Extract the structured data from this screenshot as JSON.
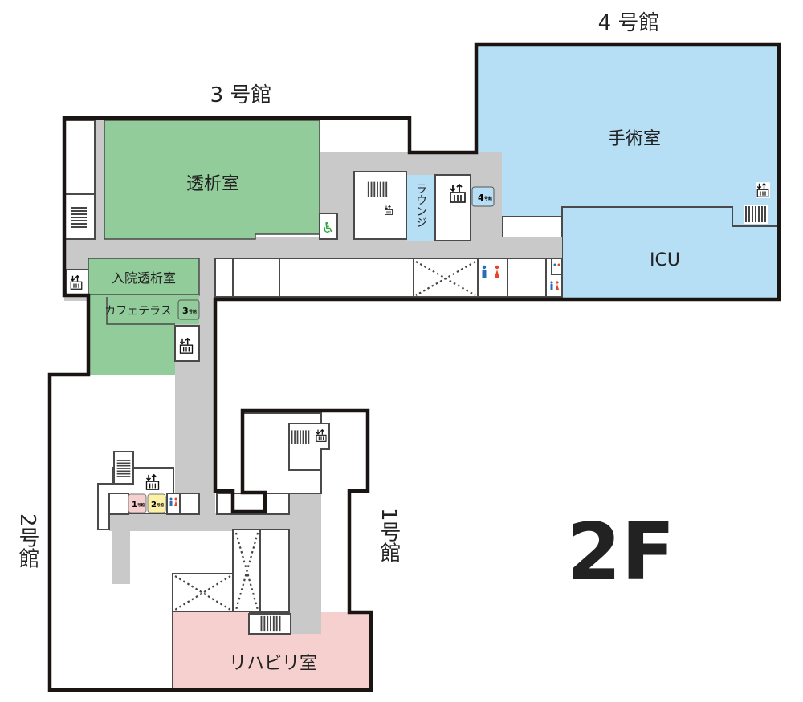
{
  "floor": "2F",
  "buildings": {
    "b1": "1号館",
    "b2": "2号館",
    "b3": "3 号館",
    "b4": "4 号館"
  },
  "rooms": {
    "dialysis": "透析室",
    "inpatient_dialysis": "入院透析室",
    "cafe_terrace": "カフェテラス",
    "lounge": "ラウンジ",
    "operating_room": "手術室",
    "icu": "ICU",
    "rehabilitation": "リハビリ室"
  },
  "badges": {
    "b1": {
      "num": "1",
      "suffix": "号館"
    },
    "b2": {
      "num": "2",
      "suffix": "号館"
    },
    "b3": {
      "num": "3",
      "suffix": "号館"
    },
    "b4": {
      "num": "4",
      "suffix": "号館"
    }
  },
  "colors": {
    "green": "#93cc9b",
    "blue": "#b6def4",
    "pink": "#f6d0ce",
    "yellow": "#fdf1a6",
    "corridor": "#c9c9c9",
    "male": "#2b6cb8",
    "female": "#e5452b",
    "accessible": "#2aa63a"
  }
}
